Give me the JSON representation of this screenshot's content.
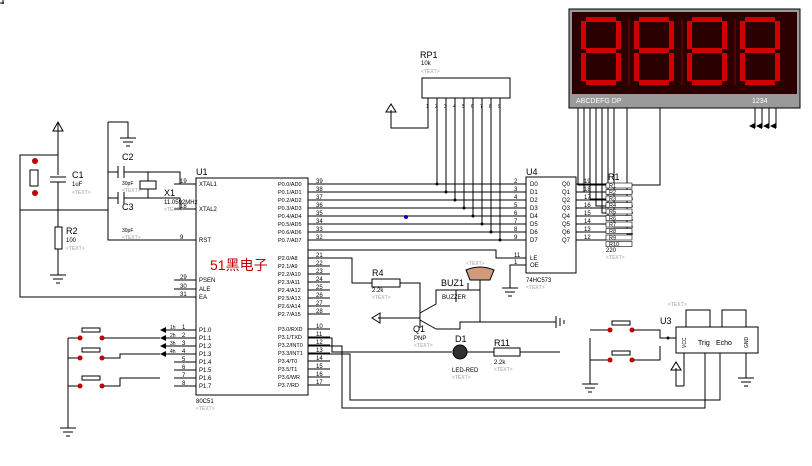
{
  "mcu": {
    "ref": "U1",
    "type": "80C51",
    "brand": "51黑电子",
    "left_pins": [
      {
        "num": "19",
        "name": "XTAL1"
      },
      {
        "num": "18",
        "name": "XTAL2"
      },
      {
        "num": "9",
        "name": "RST"
      },
      {
        "num": "29",
        "name": "PSEN"
      },
      {
        "num": "30",
        "name": "ALE"
      },
      {
        "num": "31",
        "name": "EA"
      }
    ],
    "p1_pins": [
      {
        "num": "1",
        "name": "P1.0"
      },
      {
        "num": "2",
        "name": "P1.1"
      },
      {
        "num": "3",
        "name": "P1.2"
      },
      {
        "num": "4",
        "name": "P1.3"
      },
      {
        "num": "5",
        "name": "P1.4"
      },
      {
        "num": "6",
        "name": "P1.5"
      },
      {
        "num": "7",
        "name": "P1.6"
      },
      {
        "num": "8",
        "name": "P1.7"
      }
    ],
    "p0_pins": [
      {
        "num": "39",
        "name": "P0.0/AD0"
      },
      {
        "num": "38",
        "name": "P0.1/AD1"
      },
      {
        "num": "37",
        "name": "P0.2/AD2"
      },
      {
        "num": "36",
        "name": "P0.3/AD3"
      },
      {
        "num": "35",
        "name": "P0.4/AD4"
      },
      {
        "num": "34",
        "name": "P0.5/AD5"
      },
      {
        "num": "33",
        "name": "P0.6/AD6"
      },
      {
        "num": "32",
        "name": "P0.7/AD7"
      }
    ],
    "p2_pins": [
      {
        "num": "21",
        "name": "P2.0/A8"
      },
      {
        "num": "22",
        "name": "P2.1/A9"
      },
      {
        "num": "23",
        "name": "P2.2/A10"
      },
      {
        "num": "24",
        "name": "P2.3/A11"
      },
      {
        "num": "25",
        "name": "P2.4/A12"
      },
      {
        "num": "26",
        "name": "P2.5/A13"
      },
      {
        "num": "27",
        "name": "P2.6/A14"
      },
      {
        "num": "28",
        "name": "P2.7/A15"
      }
    ],
    "p3_pins": [
      {
        "num": "10",
        "name": "P3.0/RXD"
      },
      {
        "num": "11",
        "name": "P3.1/TXD"
      },
      {
        "num": "12",
        "name": "P3.2/INT0"
      },
      {
        "num": "13",
        "name": "P3.3/INT1"
      },
      {
        "num": "14",
        "name": "P3.4/T0"
      },
      {
        "num": "15",
        "name": "P3.5/T1"
      },
      {
        "num": "16",
        "name": "P3.6/WR"
      },
      {
        "num": "17",
        "name": "P3.7/RD"
      }
    ],
    "key_labels": [
      "1h",
      "2h",
      "3h",
      "4h"
    ]
  },
  "latch": {
    "ref": "U4",
    "type": "74HC573",
    "d_pins": [
      {
        "num": "2",
        "name": "D0"
      },
      {
        "num": "3",
        "name": "D1"
      },
      {
        "num": "4",
        "name": "D2"
      },
      {
        "num": "5",
        "name": "D3"
      },
      {
        "num": "6",
        "name": "D4"
      },
      {
        "num": "7",
        "name": "D5"
      },
      {
        "num": "8",
        "name": "D6"
      },
      {
        "num": "9",
        "name": "D7"
      }
    ],
    "q_pins": [
      {
        "num": "19",
        "name": "Q0"
      },
      {
        "num": "18",
        "name": "Q1"
      },
      {
        "num": "17",
        "name": "Q2"
      },
      {
        "num": "16",
        "name": "Q3"
      },
      {
        "num": "15",
        "name": "Q4"
      },
      {
        "num": "14",
        "name": "Q5"
      },
      {
        "num": "13",
        "name": "Q6"
      },
      {
        "num": "12",
        "name": "Q7"
      }
    ],
    "ctrl_pins": [
      {
        "num": "11",
        "name": "LE"
      },
      {
        "num": "1",
        "name": "OE"
      }
    ]
  },
  "rp1": {
    "ref": "RP1",
    "value": "10k",
    "pins": [
      "1",
      "2",
      "3",
      "4",
      "5",
      "6",
      "7",
      "8",
      "9"
    ]
  },
  "r1": {
    "ref": "R1",
    "value": "220",
    "labels": [
      "R1",
      "R2",
      "R3",
      "R4",
      "R5",
      "R6",
      "R7",
      "R8",
      "R9",
      "R10"
    ]
  },
  "c1": {
    "ref": "C1",
    "value": "1uF"
  },
  "c2": {
    "ref": "C2",
    "value": "30pF"
  },
  "c3": {
    "ref": "C3",
    "value": "30pF"
  },
  "x1": {
    "ref": "X1",
    "value": "11.0592MHz"
  },
  "r2": {
    "ref": "R2",
    "value": "100"
  },
  "r4": {
    "ref": "R4",
    "value": "2.2k"
  },
  "r11": {
    "ref": "R11",
    "value": "2.2k"
  },
  "q1": {
    "ref": "Q1",
    "value": "PNP"
  },
  "buz1": {
    "ref": "BUZ1",
    "value": "BUZZER"
  },
  "d1": {
    "ref": "D1",
    "value": "LED-RED"
  },
  "u3": {
    "ref": "U3",
    "pins": [
      "VCC",
      "Trig",
      "Echo",
      "GND"
    ]
  },
  "display": {
    "segments": "ABCDEFG  DP",
    "digits": "1234",
    "digit_count": 4,
    "color": "#d00000",
    "bg": "#2a0000"
  },
  "text_placeholder": "<TEXT>"
}
